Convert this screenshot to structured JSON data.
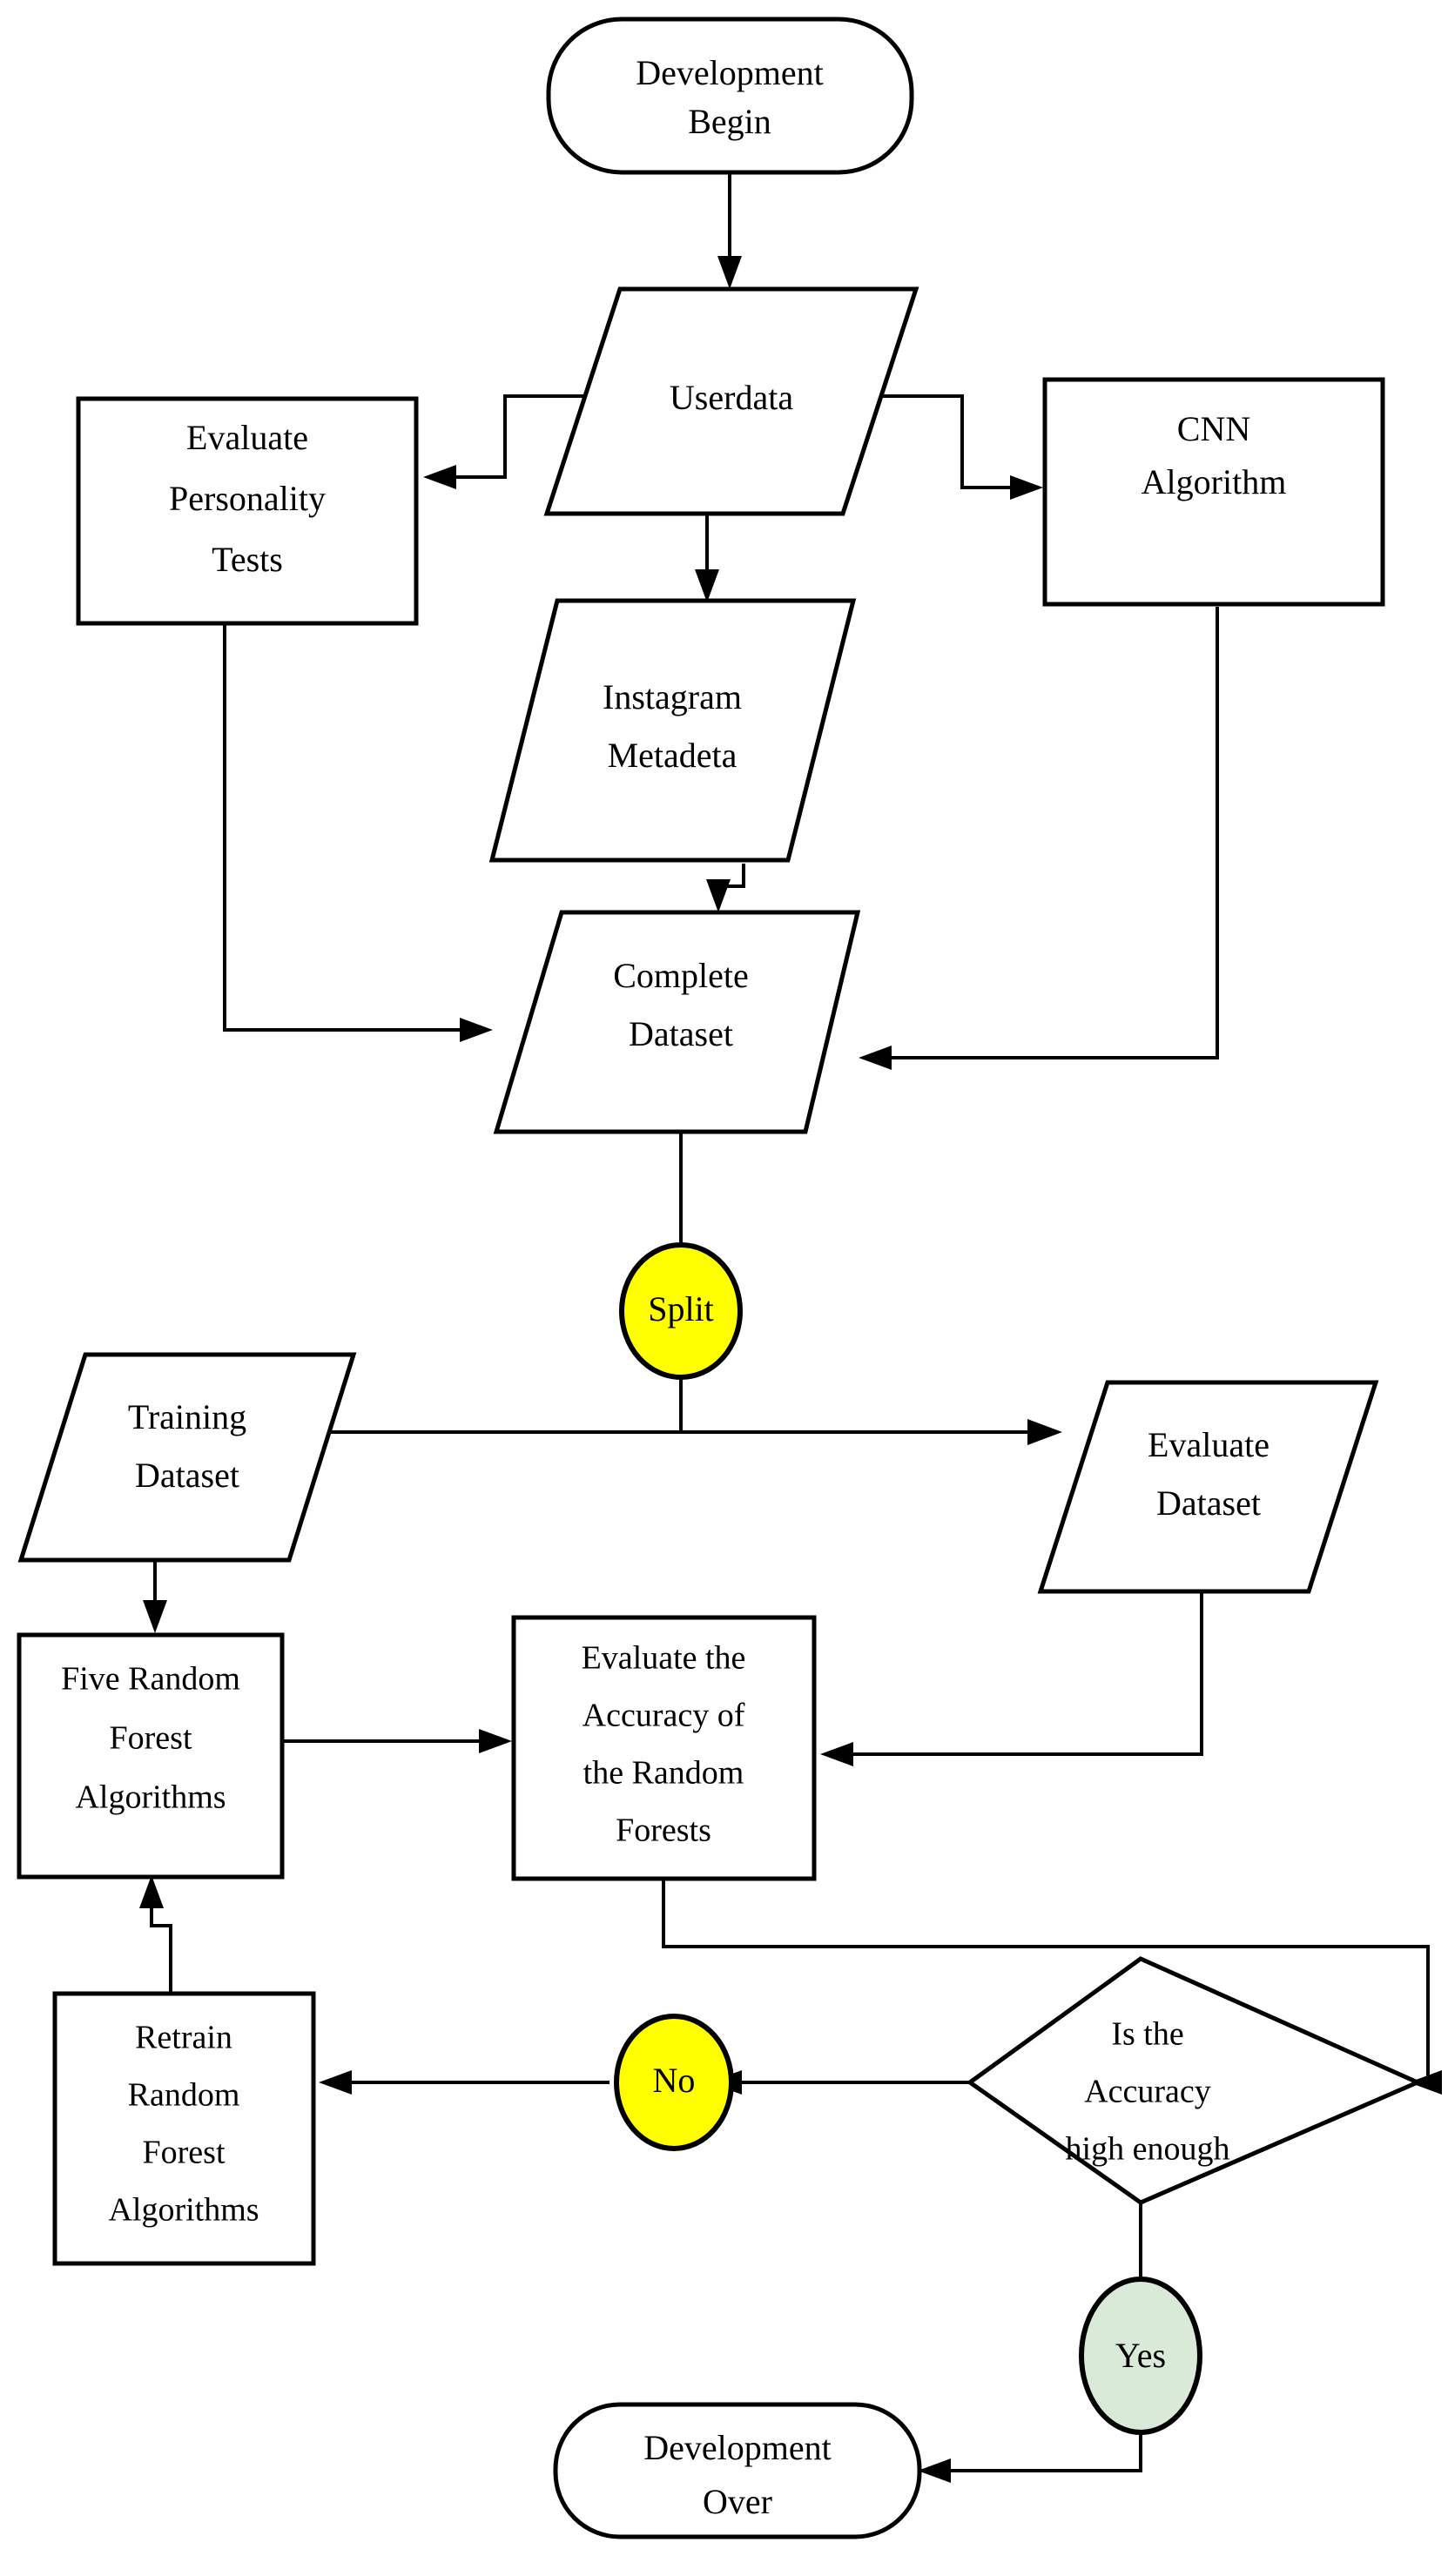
{
  "diagram": {
    "type": "flowchart",
    "title": "Development Process Flowchart",
    "colors": {
      "shape_fill": "#ffffff",
      "shape_stroke": "#000000",
      "split_badge": "#ffff00",
      "no_badge": "#ffff00",
      "yes_badge": "#d9ead9"
    },
    "nodes": {
      "start": {
        "label_line1": "Development",
        "label_line2": "Begin",
        "shape": "terminator"
      },
      "userdata": {
        "label_line1": "Userdata",
        "shape": "parallelogram"
      },
      "evaluate_personality": {
        "label_line1": "Evaluate",
        "label_line2": "Personality",
        "label_line3": "Tests",
        "shape": "rectangle"
      },
      "cnn": {
        "label_line1": "CNN",
        "label_line2": "Algorithm",
        "shape": "rectangle"
      },
      "instagram": {
        "label_line1": "Instagram",
        "label_line2": "Metadeta",
        "shape": "parallelogram"
      },
      "complete_dataset": {
        "label_line1": "Complete",
        "label_line2": "Dataset",
        "shape": "parallelogram"
      },
      "split": {
        "label_line1": "Split",
        "shape": "ellipse"
      },
      "training_dataset": {
        "label_line1": "Training",
        "label_line2": "Dataset",
        "shape": "parallelogram"
      },
      "evaluate_dataset": {
        "label_line1": "Evaluate",
        "label_line2": "Dataset",
        "shape": "parallelogram"
      },
      "five_random_forest": {
        "label_line1": "Five Random",
        "label_line2": "Forest",
        "label_line3": "Algorithms",
        "shape": "rectangle"
      },
      "evaluate_accuracy": {
        "label_line1": "Evaluate the",
        "label_line2": "Accuracy of",
        "label_line3": "the Random",
        "label_line4": "Forests",
        "shape": "rectangle"
      },
      "retrain": {
        "label_line1": "Retrain",
        "label_line2": "Random",
        "label_line3": "Forest",
        "label_line4": "Algorithms",
        "shape": "rectangle"
      },
      "no_badge": {
        "label_line1": "No",
        "shape": "ellipse"
      },
      "decision": {
        "label_line1": "Is the",
        "label_line2": "Accuracy",
        "label_line3": "high enough",
        "shape": "diamond"
      },
      "yes_badge": {
        "label_line1": "Yes",
        "shape": "ellipse"
      },
      "end": {
        "label_line1": "Development",
        "label_line2": "Over",
        "shape": "terminator"
      }
    },
    "edges": [
      {
        "from": "start",
        "to": "userdata",
        "label": ""
      },
      {
        "from": "userdata",
        "to": "evaluate_personality",
        "label": ""
      },
      {
        "from": "userdata",
        "to": "cnn",
        "label": ""
      },
      {
        "from": "userdata",
        "to": "instagram",
        "label": ""
      },
      {
        "from": "instagram",
        "to": "complete_dataset",
        "label": ""
      },
      {
        "from": "evaluate_personality",
        "to": "complete_dataset",
        "label": ""
      },
      {
        "from": "cnn",
        "to": "complete_dataset",
        "label": ""
      },
      {
        "from": "complete_dataset",
        "to": "split",
        "label": ""
      },
      {
        "from": "split",
        "to": "training_dataset",
        "label": ""
      },
      {
        "from": "split",
        "to": "evaluate_dataset",
        "label": ""
      },
      {
        "from": "training_dataset",
        "to": "five_random_forest",
        "label": ""
      },
      {
        "from": "five_random_forest",
        "to": "evaluate_accuracy",
        "label": ""
      },
      {
        "from": "evaluate_dataset",
        "to": "evaluate_accuracy",
        "label": ""
      },
      {
        "from": "evaluate_accuracy",
        "to": "decision",
        "label": ""
      },
      {
        "from": "decision",
        "to": "retrain",
        "label": "No"
      },
      {
        "from": "retrain",
        "to": "five_random_forest",
        "label": ""
      },
      {
        "from": "decision",
        "to": "end",
        "label": "Yes"
      }
    ]
  }
}
